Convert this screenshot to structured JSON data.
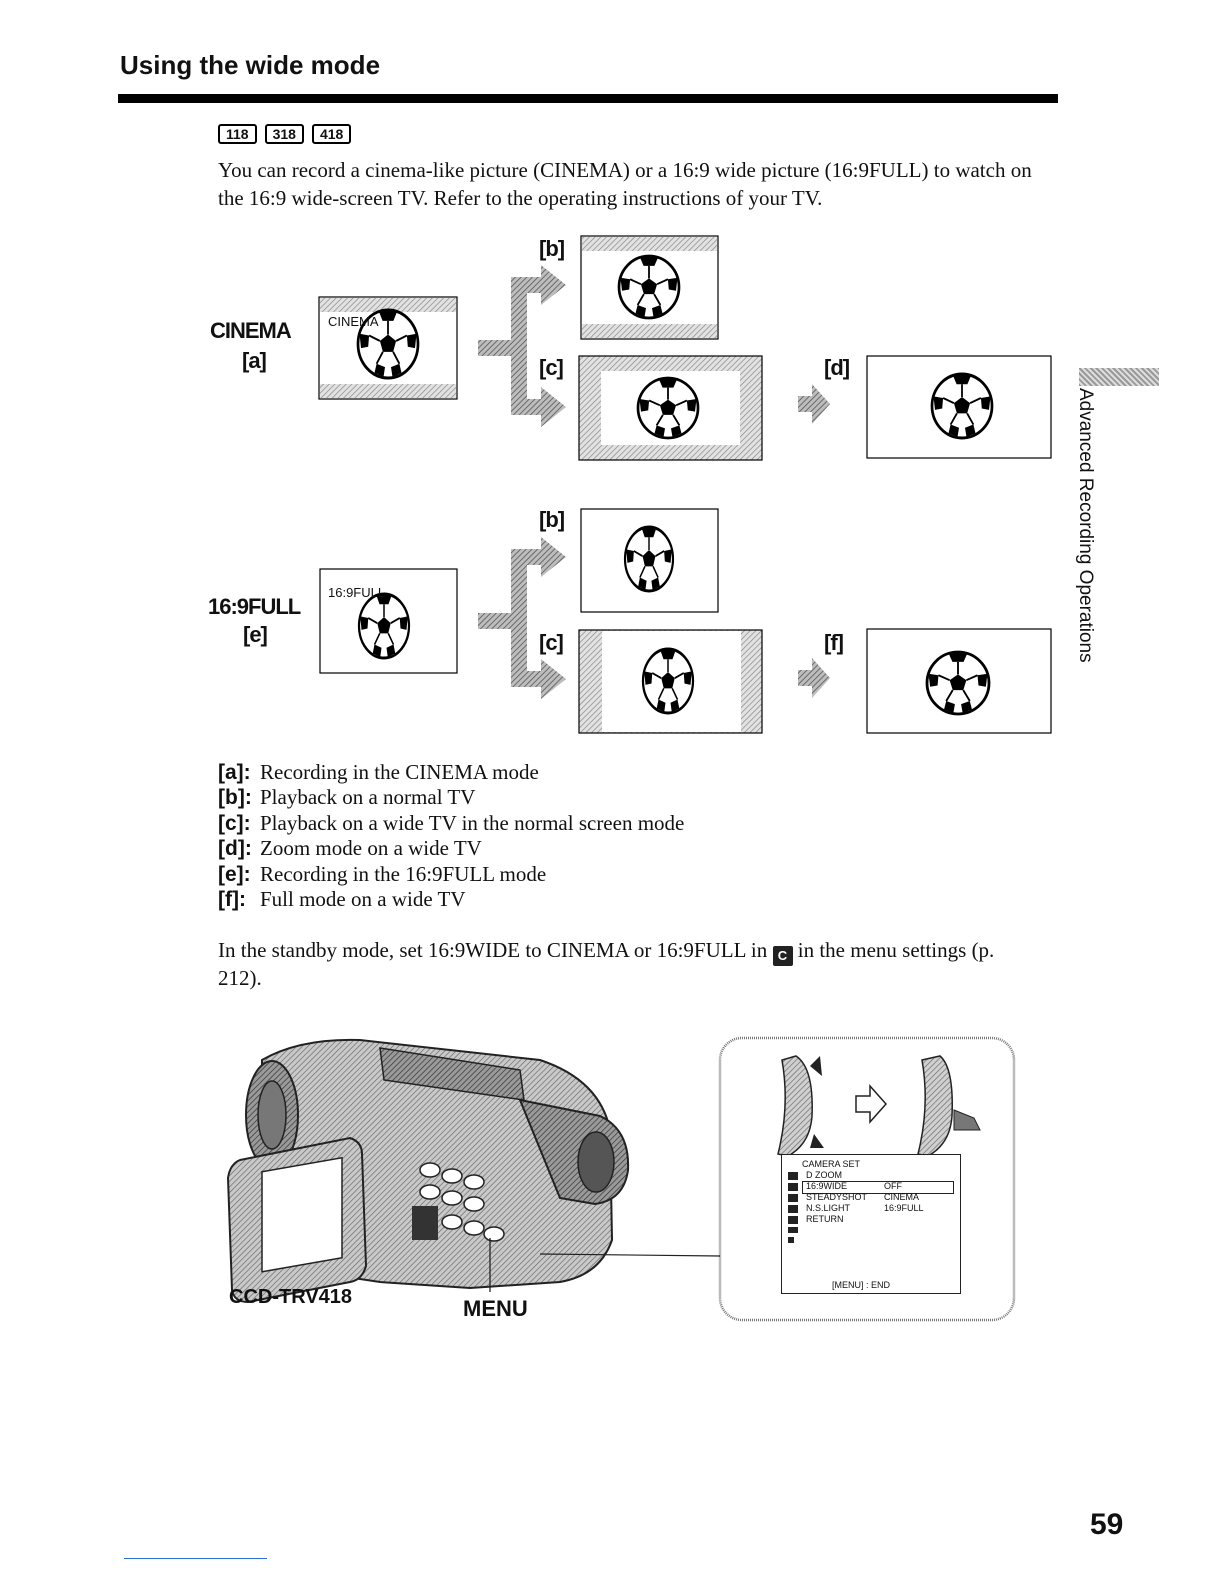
{
  "header": {
    "title": "Using the wide mode"
  },
  "models": [
    "118",
    "318",
    "418"
  ],
  "intro": "You can record a cinema-like picture (CINEMA) or a 16:9 wide picture (16:9FULL) to watch on the 16:9 wide-screen TV. Refer to the operating instructions of your TV.",
  "side_tab": "Advanced Recording Operations",
  "figure": {
    "cinema_label": "CINEMA",
    "cinema_tag": "[a]",
    "cinema_screen_text": "CINEMA",
    "full_label": "16:9FULL",
    "full_tag": "[e]",
    "full_screen_text": "16:9FULL",
    "tag_b": "[b]",
    "tag_c": "[c]",
    "tag_d": "[d]",
    "tag_f": "[f]"
  },
  "legend": [
    {
      "key": "[a]:",
      "text": "Recording in the CINEMA mode"
    },
    {
      "key": "[b]:",
      "text": "Playback on a normal TV"
    },
    {
      "key": "[c]:",
      "text": "Playback on a wide TV in the normal screen mode"
    },
    {
      "key": "[d]:",
      "text": "Zoom mode on a wide TV"
    },
    {
      "key": "[e]:",
      "text": "Recording in the 16:9FULL mode"
    },
    {
      "key": "[f]:",
      "text": "Full mode on a wide TV"
    }
  ],
  "standby": {
    "before": "In the standby mode, set 16:9WIDE to CINEMA or 16:9FULL in",
    "icon": "C",
    "after": "in the menu settings (p. 212)."
  },
  "camera": {
    "model_label": "CCD-TRV418",
    "button_label": "MENU"
  },
  "osd": {
    "title": "CAMERA SET",
    "items": [
      "D ZOOM",
      "16:9WIDE",
      "STEADYSHOT",
      "N.S.LIGHT",
      "RETURN"
    ],
    "selected_value": "OFF",
    "options": [
      "CINEMA",
      "16:9FULL"
    ],
    "footer": "[MENU] : END"
  },
  "page_number": "59"
}
